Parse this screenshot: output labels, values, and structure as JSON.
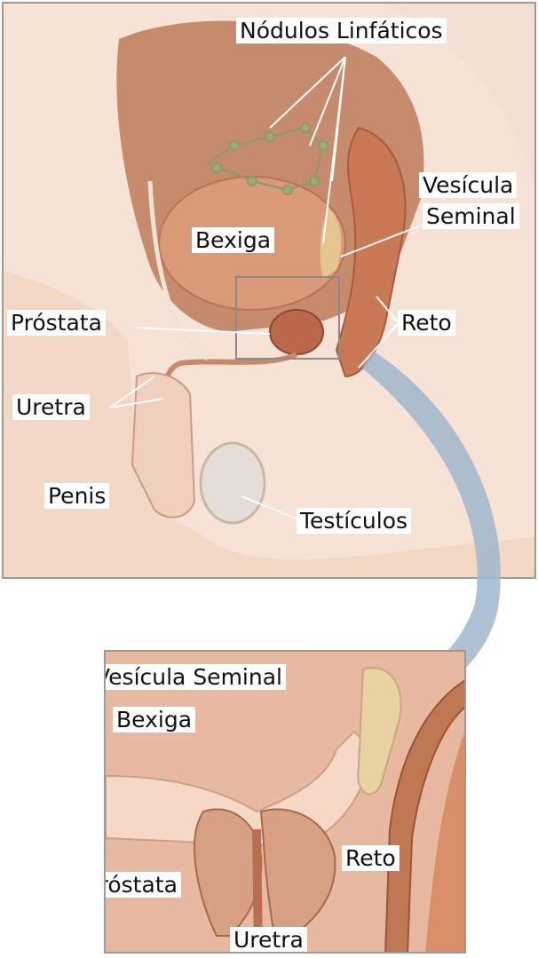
{
  "labels": {
    "lymph_nodes": "Nódulos Linfáticos",
    "seminal_vesicle_1": "Vesícula",
    "seminal_vesicle_2": "Seminal",
    "bladder": "Bexiga",
    "prostate": "Próstata",
    "rectum": "Reto",
    "urethra": "Uretra",
    "penis": "Penis",
    "testicles": "Testículos"
  },
  "zoom_labels": {
    "seminal_vesicle": "Vesícula Seminal",
    "bladder": "Bexiga",
    "rectum": "Reto",
    "prostate": "Próstata",
    "urethra": "Uretra"
  },
  "colors": {
    "skin": "#f3dccb",
    "bladder": "#d99a78",
    "rectum": "#c97a55",
    "prostate": "#b9684a",
    "arrow": "#9fb7cc"
  }
}
